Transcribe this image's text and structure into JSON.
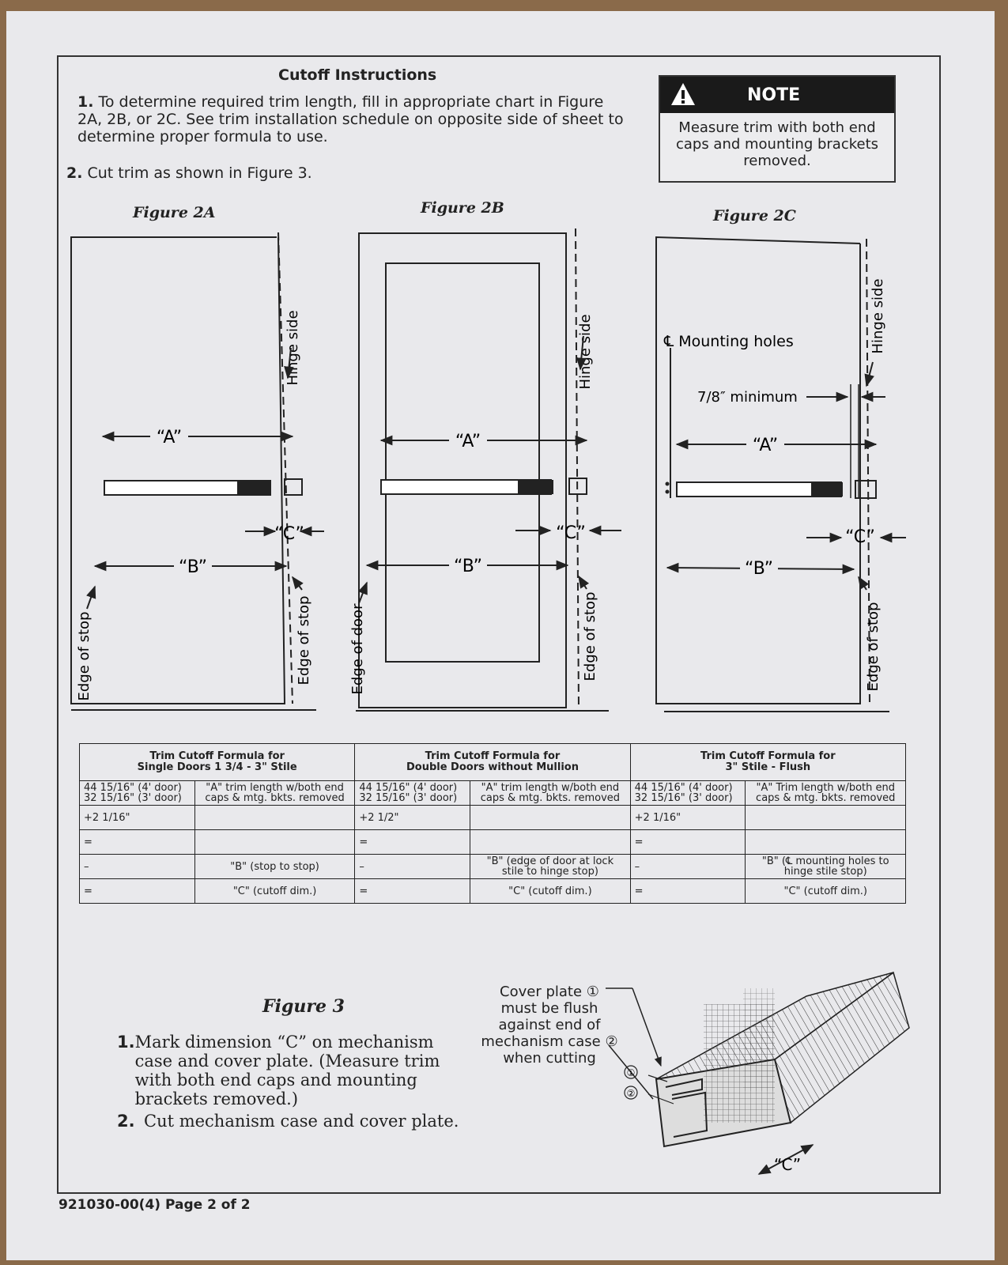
{
  "title": "Cutoff Instructions",
  "steps": [
    {
      "num": "1.",
      "text": "To determine required trim length, fill in appropriate chart in Figure 2A, 2B, or 2C. See trim installation schedule on opposite side of sheet to determine proper formula to use."
    },
    {
      "num": "2.",
      "text": "Cut trim as shown in Figure 3."
    }
  ],
  "note": {
    "heading": "NOTE",
    "text": "Measure trim with both end caps and mounting brackets removed."
  },
  "figures": {
    "fig2a": {
      "title": "Figure 2A",
      "hinge": "Hinge side",
      "a": "“A”",
      "b": "“B”",
      "c": "“C”",
      "left_edge": "Edge of stop",
      "right_edge": "Edge of stop"
    },
    "fig2b": {
      "title": "Figure 2B",
      "hinge": "Hinge side",
      "a": "“A”",
      "b": "“B”",
      "c": "“C”",
      "left_edge": "Edge of door",
      "right_edge": "Edge of stop"
    },
    "fig2c": {
      "title": "Figure 2C",
      "hinge": "Hinge side",
      "a": "“A”",
      "b": "“B”",
      "c": "“C”",
      "mounting": "℄ Mounting holes",
      "minimum": "7/8″ minimum",
      "right_edge": "Edge of stop"
    }
  },
  "table": {
    "col1": {
      "header": [
        "Trim Cutoff Formula for",
        "Single Doors 1 3/4 - 3\" Stile"
      ],
      "row1": [
        "44 15/16\" (4' door)",
        "32 15/16\" (3' door)"
      ],
      "row1_right": [
        "\"A\" trim length w/both end",
        "caps & mtg. bkts. removed"
      ],
      "row2": "+2 1/16\"",
      "row3": "=",
      "row4": "–",
      "row4_right": "\"B\" (stop to stop)",
      "row5": "=",
      "row5_right": "\"C\" (cutoff dim.)"
    },
    "col2": {
      "header": [
        "Trim Cutoff Formula for",
        "Double Doors without Mullion"
      ],
      "row1": [
        "44 15/16\" (4' door)",
        "32 15/16\" (3' door)"
      ],
      "row1_right": [
        "\"A\" trim length w/both end",
        "caps & mtg. bkts. removed"
      ],
      "row2": "+2 1/2\"",
      "row3": "=",
      "row4": "–",
      "row4_right": [
        "\"B\" (edge of door at lock",
        "stile to hinge stop)"
      ],
      "row5": "=",
      "row5_right": "\"C\" (cutoff dim.)"
    },
    "col3": {
      "header": [
        "Trim Cutoff Formula for",
        "3\" Stile - Flush"
      ],
      "row1": [
        "44 15/16\" (4' door)",
        "32 15/16\" (3' door)"
      ],
      "row1_right": [
        "\"A\" Trim length w/both end",
        "caps & mtg. bkts. removed"
      ],
      "row2": "+2 1/16\"",
      "row3": "=",
      "row4": "–",
      "row4_right": [
        "\"B\" (℄ mounting holes to",
        "hinge stile stop)"
      ],
      "row5": "=",
      "row5_right": "\"C\" (cutoff dim.)"
    }
  },
  "figure3": {
    "title": "Figure 3",
    "items": [
      {
        "num": "1.",
        "text": "Mark dimension “C” on mechanism case and cover plate. (Measure trim with both end caps and mounting brackets removed.)"
      },
      {
        "num": "2.",
        "text": "Cut mechanism case and cover plate."
      }
    ],
    "cover_text": [
      "Cover plate ①",
      "must be flush",
      "against end of",
      "mechanism case ②",
      "when cutting"
    ],
    "callout1": "①",
    "callout2": "②",
    "c_label": "“C”"
  },
  "footer": "921030-00(4) Page 2 of 2"
}
